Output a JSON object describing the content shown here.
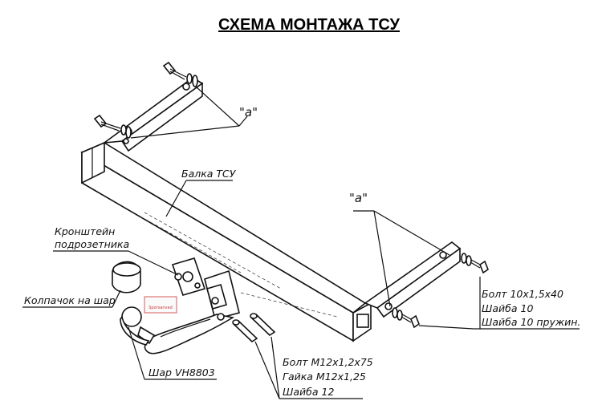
{
  "title": "СХЕМА МОНТАЖА ТСУ",
  "labels": {
    "a_top": "\"а\"",
    "a_right": "\"а\"",
    "beam": "Балка ТСУ",
    "bracket_line1": "Кронштейн",
    "bracket_line2": "подрозетника",
    "cap": "Колпачок на шар",
    "ball": "Шар VH8803",
    "bolt_m12": "Болт М12х1,2х75",
    "nut_m12": "Гайка М12х1,25",
    "washer12": "Шайба 12",
    "bolt10": "Болт 10х1,5х40",
    "washer10": "Шайба 10",
    "washer10_spring": "Шайба 10 пружин."
  },
  "sticker": "Sporsanvad"
}
